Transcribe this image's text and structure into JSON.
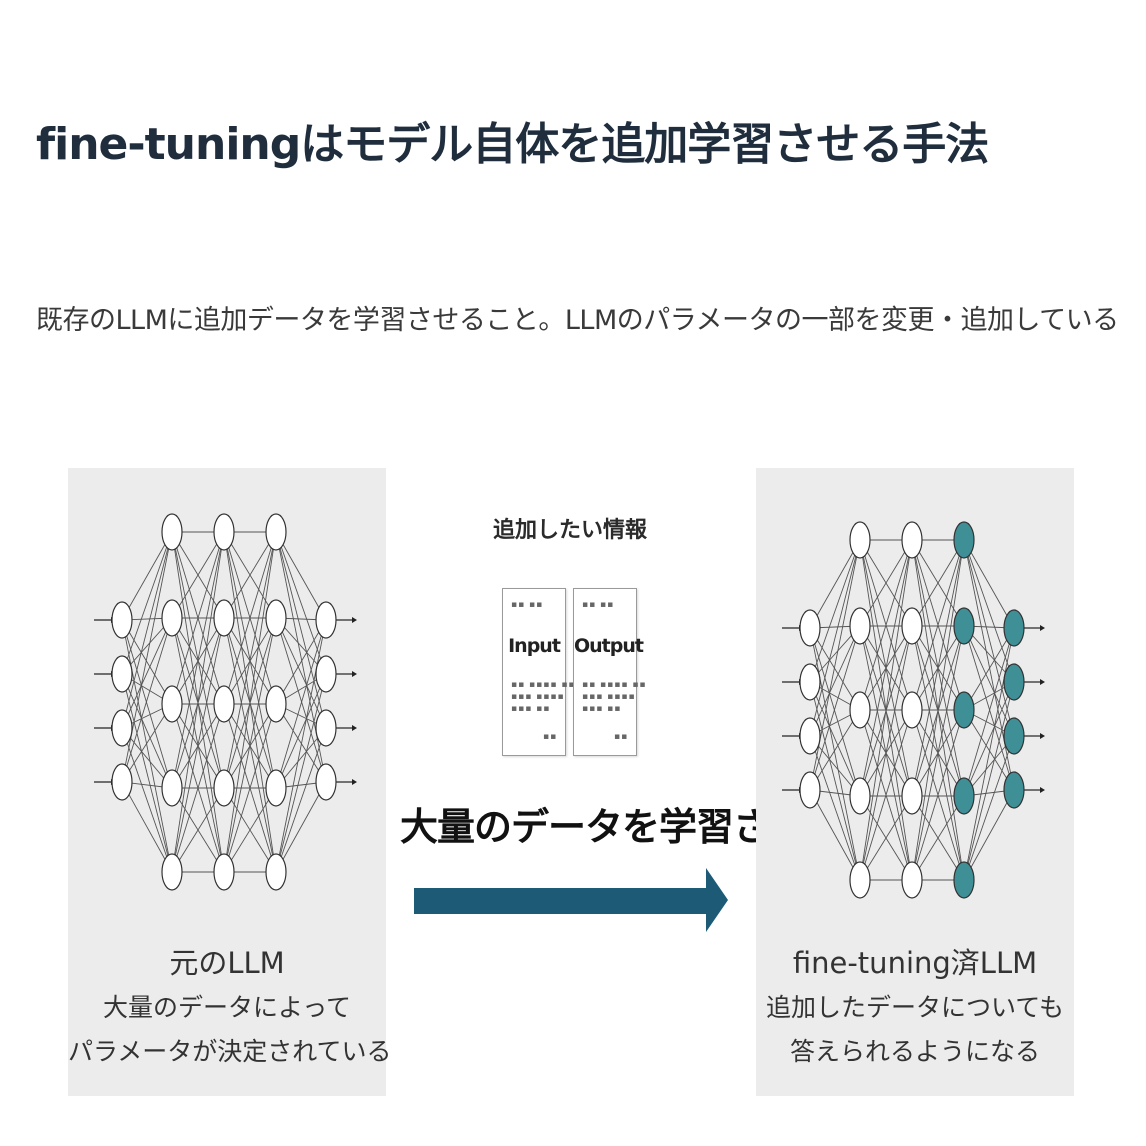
{
  "title": "fine-tuningはモデル自体を追加学習させる手法",
  "subtitle": "既存のLLMに追加データを学習させること。LLMのパラメータの一部を変更・追加している",
  "left_panel": {
    "caption_title": "元のLLM",
    "caption_line1": "大量のデータによって",
    "caption_line2": "パラメータが決定されている"
  },
  "middle": {
    "info_title": "追加したい情報",
    "input_label": "Input",
    "output_label": "Output",
    "big_text": "大量のデータを学習させる"
  },
  "right_panel": {
    "caption_title": "fine-tuning済LLM",
    "caption_line1": "追加したデータについても",
    "caption_line2": "答えられるようになる"
  },
  "colors": {
    "arrow": "#1d5a76",
    "highlight_node": "#3f8f96",
    "node": "#ffffff",
    "panel_bg": "#ececec"
  }
}
